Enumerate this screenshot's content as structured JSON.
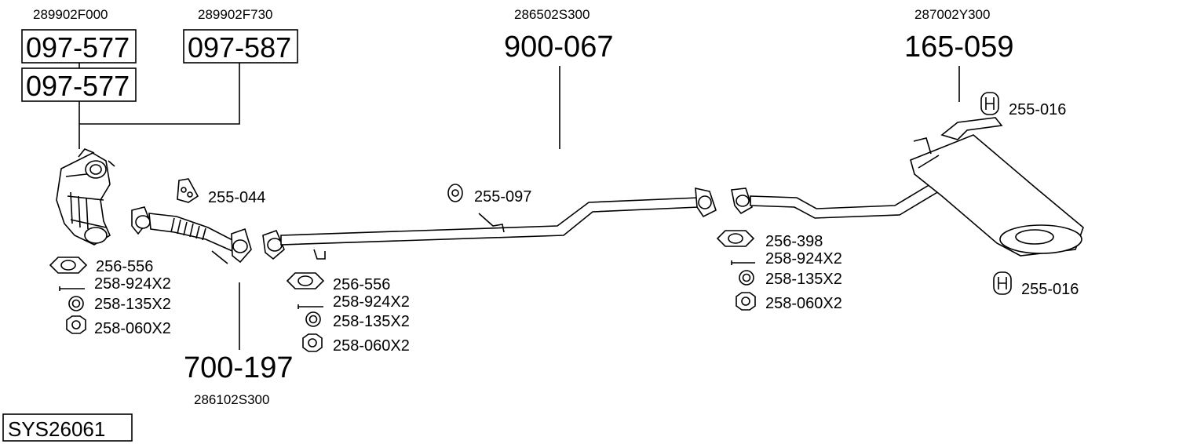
{
  "system_code": "SYS26061",
  "assemblies": [
    {
      "oem": "289902F000",
      "parts": [
        "097-577",
        "097-577"
      ]
    },
    {
      "oem": "289902F730",
      "parts": [
        "097-587"
      ]
    },
    {
      "oem": "286102S300",
      "parts": [
        "700-197"
      ]
    },
    {
      "oem": "286502S300",
      "parts": [
        "900-067"
      ]
    },
    {
      "oem": "287002Y300",
      "parts": [
        "165-059"
      ]
    }
  ],
  "fittings": {
    "front_hanger": "255-044",
    "mid_hanger": "255-097",
    "rear_hanger_top": "255-016",
    "rear_hanger_bottom": "255-016",
    "group_cat": [
      "256-556",
      "258-924X2",
      "258-135X2",
      "258-060X2"
    ],
    "group_flex": [
      "256-556",
      "258-924X2",
      "258-135X2",
      "258-060X2"
    ],
    "group_rear": [
      "256-398",
      "258-924X2",
      "258-135X2",
      "258-060X2"
    ]
  }
}
